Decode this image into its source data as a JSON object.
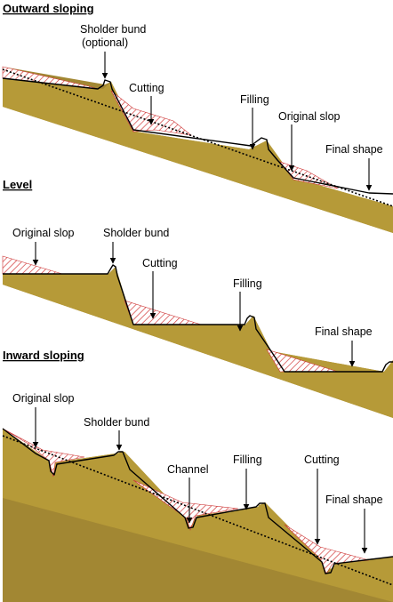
{
  "panels": {
    "outward": {
      "title": "Outward sloping",
      "labels": {
        "shoulder_bund": "Sholder bund",
        "optional": "(optional)",
        "cutting": "Cutting",
        "filling": "Filling",
        "original_slope": "Original slop",
        "final_shape": "Final shape"
      }
    },
    "level": {
      "title": "Level",
      "labels": {
        "original_slope": "Original slop",
        "shoulder_bund": "Sholder bund",
        "cutting": "Cutting",
        "filling": "Filling",
        "final_shape": "Final shape"
      }
    },
    "inward": {
      "title": "Inward sloping",
      "labels": {
        "original_slope": "Original slop",
        "shoulder_bund": "Sholder bund",
        "channel": "Channel",
        "filling": "Filling",
        "cutting": "Cutting",
        "final_shape": "Final shape"
      }
    }
  },
  "colors": {
    "soil": "#b69a38",
    "soil_shade": "#a28733",
    "cut_hatch": "#d23b3b",
    "outline": "#000000"
  }
}
